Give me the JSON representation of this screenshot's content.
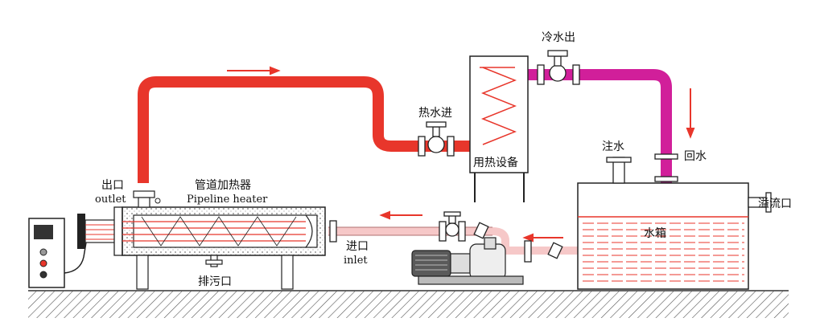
{
  "labels": {
    "outlet_cn": "出口",
    "outlet_en": "outlet",
    "heater_cn": "管道加热器",
    "heater_en": "Pipeline heater",
    "inlet_cn": "进口",
    "inlet_en": "inlet",
    "drain": "排污口",
    "hot_water_in": "热水进",
    "heat_equipment": "用热设备",
    "cold_water_out": "冷水出",
    "fill_water": "注水",
    "return_water": "回水",
    "overflow": "溢流口",
    "water_tank": "水箱"
  },
  "colors": {
    "hot_pipe": "#e8362b",
    "return_pipe": "#d11f9a",
    "inlet_pipe": "#f6c8c8",
    "flow_arrow": "#e8362b",
    "coil": "#e8362b",
    "water_lines": "#e8362b"
  }
}
